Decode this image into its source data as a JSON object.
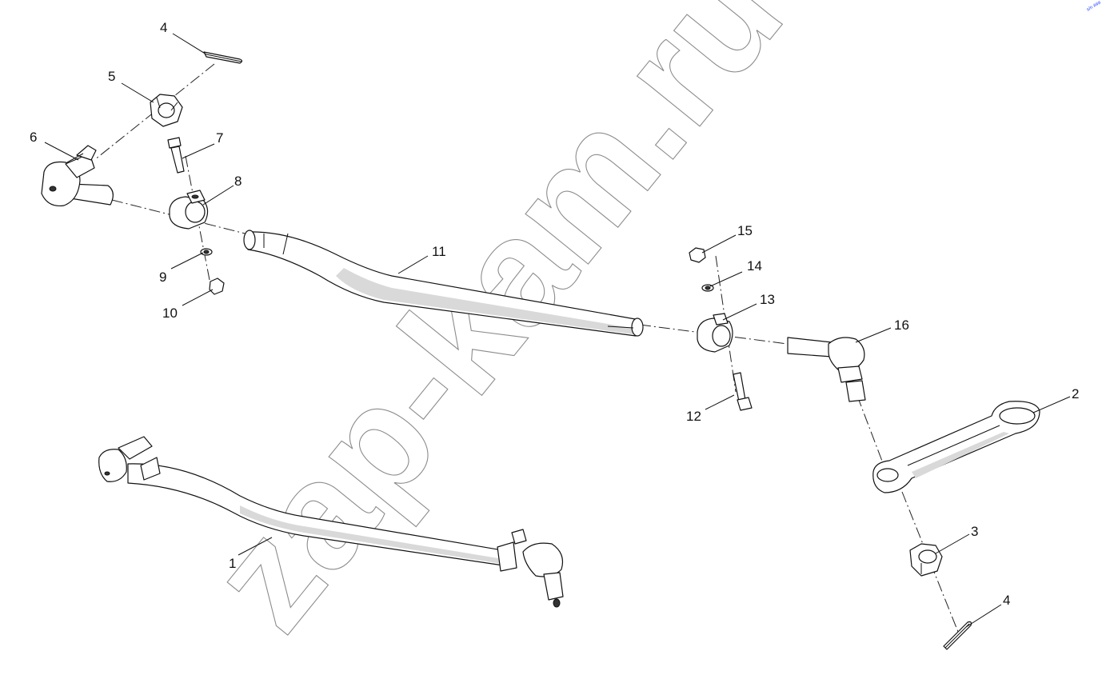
{
  "diagram": {
    "callouts": [
      {
        "id": "c4a",
        "text": "4"
      },
      {
        "id": "c5",
        "text": "5"
      },
      {
        "id": "c6",
        "text": "6"
      },
      {
        "id": "c7",
        "text": "7"
      },
      {
        "id": "c8",
        "text": "8"
      },
      {
        "id": "c9",
        "text": "9"
      },
      {
        "id": "c10",
        "text": "10"
      },
      {
        "id": "c11",
        "text": "11"
      },
      {
        "id": "c15",
        "text": "15"
      },
      {
        "id": "c14",
        "text": "14"
      },
      {
        "id": "c13",
        "text": "13"
      },
      {
        "id": "c16",
        "text": "16"
      },
      {
        "id": "c12",
        "text": "12"
      },
      {
        "id": "c2",
        "text": "2"
      },
      {
        "id": "c1",
        "text": "1"
      },
      {
        "id": "c3",
        "text": "3"
      },
      {
        "id": "c4b",
        "text": "4"
      }
    ]
  },
  "watermark": {
    "text": "zap-kam.ru"
  },
  "corner_mark": {
    "text": "s/n ###"
  },
  "colors": {
    "line": "#111111",
    "watermark": "#8c8c8c",
    "fill": "#ffffff"
  }
}
